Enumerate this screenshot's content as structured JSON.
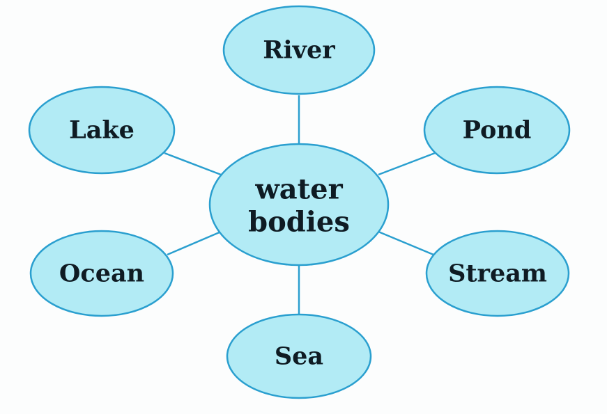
{
  "colors": {
    "node_fill": "#b2ebf5",
    "node_stroke": "#2a9fcf",
    "connector": "#2a9fcf",
    "text": "#0f1b23"
  },
  "center": {
    "line1": "water",
    "line2": "bodies"
  },
  "nodes": {
    "river": "River",
    "lake": "Lake",
    "pond": "Pond",
    "ocean": "Ocean",
    "stream": "Stream",
    "sea": "Sea"
  }
}
